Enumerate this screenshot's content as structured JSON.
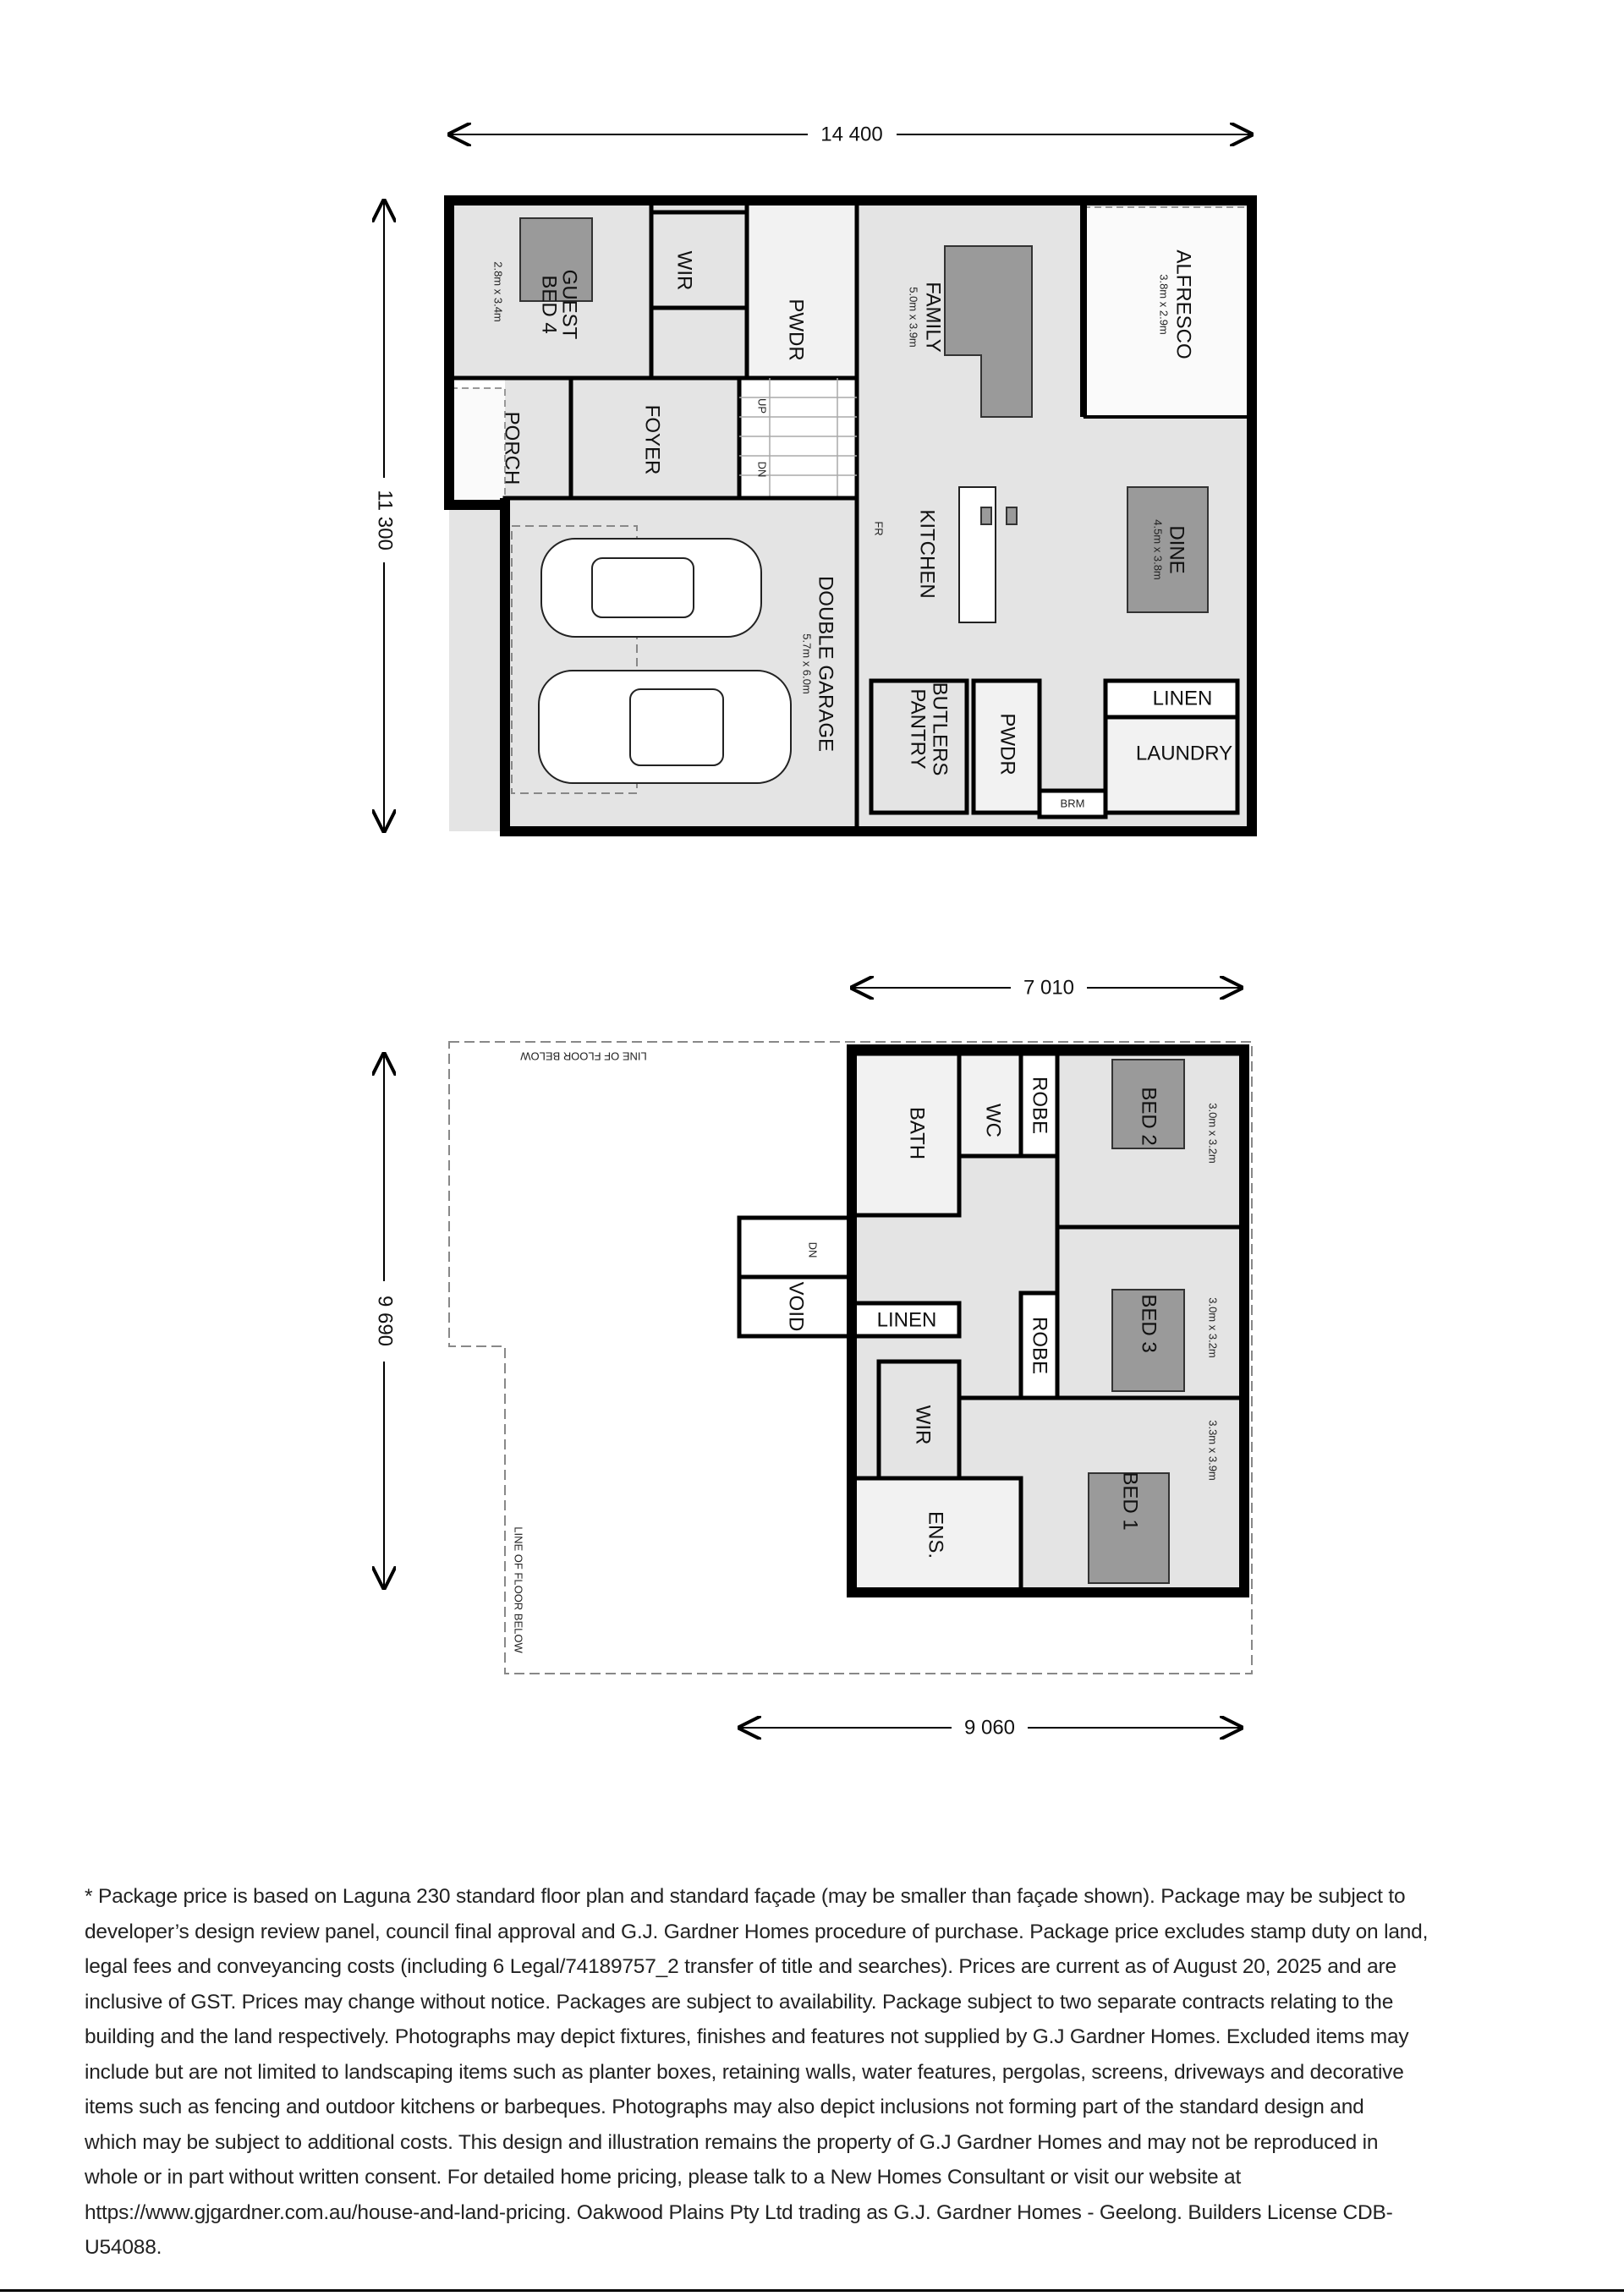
{
  "dimensions": {
    "ground_width": "14 400",
    "ground_depth": "11 300",
    "upper_width_top": "7 010",
    "upper_depth": "9 690",
    "upper_width_bottom": "9 060"
  },
  "ground_floor": {
    "guest_bed": {
      "name_1": "GUEST",
      "name_2": "BED 4",
      "size": "2.8m x 3.4m"
    },
    "wir": "WIR",
    "pwdr_top": "PWDR",
    "family": {
      "name": "FAMILY",
      "size": "5.0m x 3.9m"
    },
    "alfresco": {
      "name": "ALFRESCO",
      "size": "3.8m x 2.9m"
    },
    "porch": "PORCH",
    "foyer": "FOYER",
    "stair_up": "UP",
    "stair_dn": "DN",
    "kitchen": "KITCHEN",
    "fridge": "FR",
    "dine": {
      "name": "DINE",
      "size": "4.5m x 3.8m"
    },
    "garage": {
      "name": "DOUBLE GARAGE",
      "size": "5.7m x 6.0m"
    },
    "butlers_pantry": {
      "name_1": "BUTLERS",
      "name_2": "PANTRY"
    },
    "pwdr_bottom": "PWDR",
    "linen": "LINEN",
    "laundry": "LAUNDRY",
    "brm": "BRM"
  },
  "upper_floor": {
    "line_of_floor_below_top": "LINE OF FLOOR BELOW",
    "line_of_floor_below_side": "LINE OF FLOOR BELOW",
    "bath": "BATH",
    "wc": "WC",
    "robe_bed2": "ROBE",
    "bed2": {
      "name": "BED 2",
      "size": "3.0m x 3.2m"
    },
    "stair_dn": "DN",
    "void": "VOID",
    "linen": "LINEN",
    "robe_bed3": "ROBE",
    "bed3": {
      "name": "BED 3",
      "size": "3.0m x 3.2m"
    },
    "wir": "WIR",
    "ens": "ENS.",
    "bed1": {
      "name": "BED 1",
      "size": "3.3m x 3.9m"
    }
  },
  "disclaimer_lines": [
    "* Package price is based on Laguna 230 standard floor plan and standard façade (may be smaller than façade shown). Package may be subject to",
    "developer’s design review panel, council final approval and G.J. Gardner Homes procedure of purchase. Package price excludes stamp duty on land,",
    "legal fees and conveyancing costs (including 6 Legal/74189757_2 transfer of title and searches). Prices are current as of August 20, 2025 and are",
    "inclusive of GST. Prices may change without notice. Packages are subject to availability. Package subject to two separate contracts relating to the",
    "building and the land respectively. Photographs may depict fixtures, finishes and features not supplied by G.J Gardner Homes. Excluded items may",
    "include but are not limited to landscaping items such as planter boxes, retaining walls, water features, pergolas, screens, driveways and decorative",
    "items such as fencing and outdoor kitchens or barbeques. Photographs may also depict inclusions not forming part of the standard design and",
    "which may be subject to additional costs. This design and illustration remains the property of G.J Gardner Homes and may not be reproduced in",
    "whole or in part without written consent. For detailed home pricing, please talk to a New Homes Consultant or visit our website at",
    "https://www.gjgardner.com.au/house-and-land-pricing. Oakwood Plains Pty Ltd trading as G.J. Gardner Homes - Geelong. Builders License CDB-",
    "U54088."
  ]
}
